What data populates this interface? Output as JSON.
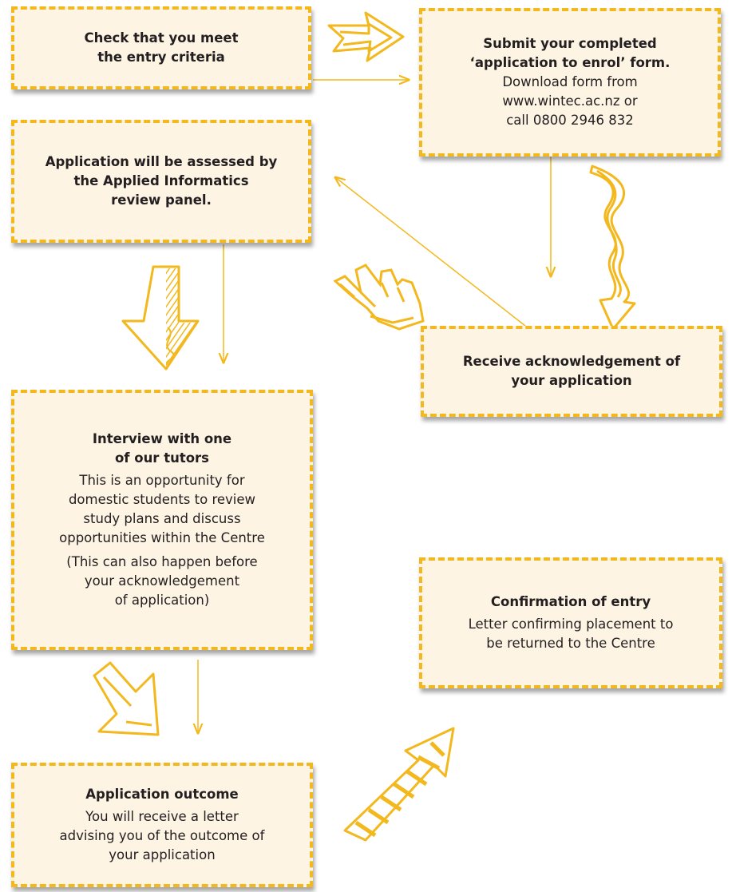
{
  "colors": {
    "accent": "#f2b81d",
    "box_fill": "#fdf4e4",
    "text": "#231f20"
  },
  "steps": {
    "criteria": {
      "title_lines": [
        "Check that you meet",
        "the entry criteria"
      ]
    },
    "submit": {
      "title_lines": [
        "Submit your completed",
        "‘application to enrol’ form."
      ],
      "body_lines": [
        "Download form from",
        "www.wintec.ac.nz or",
        "call 0800 2946 832"
      ]
    },
    "assess": {
      "title_lines": [
        "Application will be assessed by",
        "the Applied Informatics",
        "review panel."
      ]
    },
    "acknowledge": {
      "title_lines": [
        "Receive acknowledgement of",
        "your application"
      ]
    },
    "interview": {
      "title_lines": [
        "Interview with one",
        "of our tutors"
      ],
      "body_lines": [
        "This is an opportunity for",
        "domestic students to review",
        "study plans and discuss",
        "opportunities within the Centre"
      ],
      "note_lines": [
        "(This can also happen before",
        "your acknowledgement",
        "of application)"
      ]
    },
    "confirmation": {
      "title_lines": [
        "Confirmation of entry"
      ],
      "body_lines": [
        "Letter confirming placement to",
        "be returned to the Centre"
      ]
    },
    "outcome": {
      "title_lines": [
        "Application outcome"
      ],
      "body_lines": [
        "You will receive a letter",
        "advising you of the outcome of",
        "your application"
      ]
    }
  }
}
